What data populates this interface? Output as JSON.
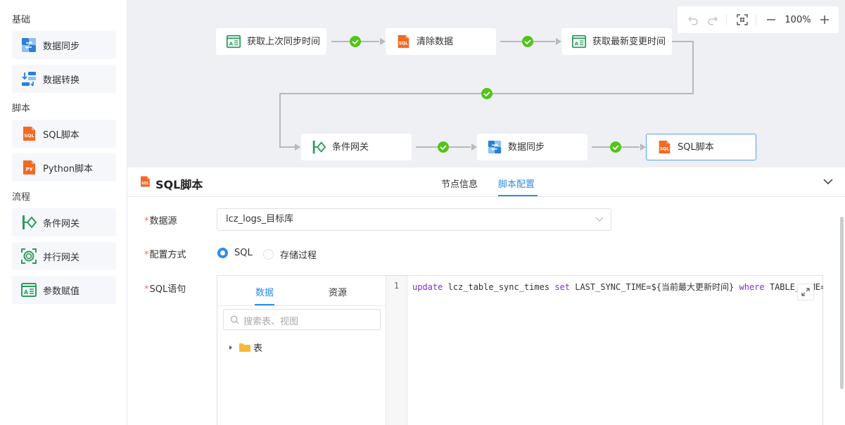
{
  "sidebar": {
    "section_basic": "基础",
    "section_script": "脚本",
    "section_flow": "流程",
    "items": [
      {
        "label": "数据同步",
        "icon": "data-sync-icon"
      },
      {
        "label": "数据转换",
        "icon": "data-transform-icon"
      },
      {
        "label": "SQL脚本",
        "icon": "sql-icon"
      },
      {
        "label": "Python脚本",
        "icon": "python-icon"
      },
      {
        "label": "条件网关",
        "icon": "condition-gateway-icon"
      },
      {
        "label": "并行网关",
        "icon": "parallel-gateway-icon"
      },
      {
        "label": "参数赋值",
        "icon": "param-assign-icon"
      }
    ]
  },
  "canvas": {
    "nodes": [
      {
        "label": "获取上次同步时间",
        "icon": "param-assign-icon"
      },
      {
        "label": "清除数据",
        "icon": "sql-icon"
      },
      {
        "label": "获取最新变更时间",
        "icon": "param-assign-icon"
      },
      {
        "label": "条件网关",
        "icon": "condition-gateway-icon"
      },
      {
        "label": "数据同步",
        "icon": "data-sync-icon"
      },
      {
        "label": "SQL脚本",
        "icon": "sql-icon"
      }
    ],
    "zoom": "100%"
  },
  "panel": {
    "title": "SQL脚本",
    "tabs": [
      "节点信息",
      "脚本配置"
    ],
    "active_tab": "脚本配置",
    "datasource_label": "数据源",
    "datasource_value": "lcz_logs_目标库",
    "config_label": "配置方式",
    "config_options": [
      "SQL",
      "存储过程"
    ],
    "config_selected": "SQL",
    "sql_label": "SQL语句",
    "tree_tabs": [
      "数据",
      "资源"
    ],
    "tree_active": "数据",
    "search_placeholder": "搜索表、视图",
    "tree_root": "表",
    "line_number": "1",
    "code": {
      "kw1": "update",
      "t1": " lcz_table_sync_times ",
      "kw2": "set",
      "t2": " LAST_SYNC_TIME=${当前最大更新时间} ",
      "kw3": "where",
      "t3": " TABLE_NAME="
    }
  },
  "colors": {
    "accent": "#2d8cf0",
    "success": "#52c41a",
    "sql_orange": "#f06a25",
    "green_icon": "#2b9b5f",
    "required": "#f56c6c"
  }
}
